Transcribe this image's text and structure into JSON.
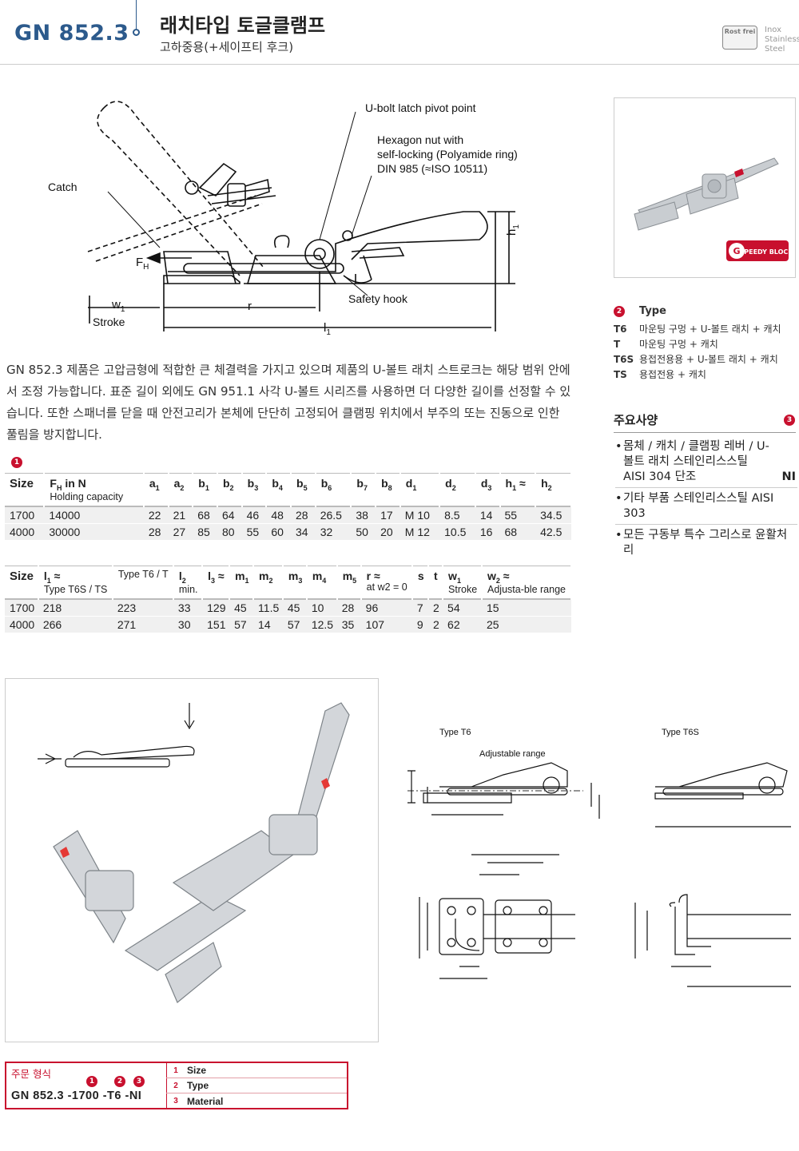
{
  "header": {
    "code": "GN 852.3",
    "title": "래치타입 토글클램프",
    "subtitle": "고하중용(+세이프티 후크)",
    "badge_text": "Rost frei",
    "inox_lines": [
      "Inox",
      "Stainless",
      "Steel"
    ]
  },
  "diagram": {
    "labels": {
      "pivot": "U-bolt latch pivot point",
      "nut1": "Hexagon nut with",
      "nut2": "self-locking (Polyamide ring)",
      "nut3": "DIN 985 (≈ISO 10511)",
      "catch": "Catch",
      "safety": "Safety hook",
      "stroke": "Stroke",
      "fh": "F",
      "fh_sub": "H",
      "w1": "w",
      "w1_sub": "1",
      "r": "r",
      "l1": "l",
      "l1_sub": "1",
      "h1": "h",
      "h1_sub": "1"
    }
  },
  "product_photo": {
    "brand": "SPEEDY BLOCK"
  },
  "description": "GN 852.3 제품은 고압금형에 적합한 큰 체결력을 가지고 있으며 제품의 U-볼트 래치 스트로크는 해당 범위 안에서 조정 가능합니다. 표준 길이 외에도 GN 951.1 사각 U-볼트 시리즈를 사용하면 더 다양한 길이를 선정할 수 있습니다. 또한 스패너를 닫을 때 안전고리가 본체에 단단히 고정되어 클램핑 위치에서 부주의 또는 진동으로 인한 풀림을 방지합니다.",
  "markers": {
    "one": "1",
    "two": "2",
    "three": "3"
  },
  "table1": {
    "headers": [
      "Size",
      "F",
      "a",
      "a",
      "b",
      "b",
      "b",
      "b",
      "b",
      "b",
      "b",
      "b",
      "d",
      "d",
      "d",
      "h",
      "h"
    ],
    "header_subs": [
      "",
      "H",
      "1",
      "2",
      "1",
      "2",
      "3",
      "4",
      "5",
      "6",
      "7",
      "8",
      "1",
      "2",
      "3",
      "1",
      "2"
    ],
    "header_suffix": [
      "",
      " in N",
      "",
      "",
      "",
      "",
      "",
      "",
      "",
      "",
      "",
      "",
      "",
      "",
      "",
      " ≈",
      ""
    ],
    "header_notes": [
      "",
      "Holding capacity",
      "",
      "",
      "",
      "",
      "",
      "",
      "",
      "",
      "",
      "",
      "",
      "",
      "",
      "",
      ""
    ],
    "rows": [
      [
        "1700",
        "14000",
        "22",
        "21",
        "68",
        "64",
        "46",
        "48",
        "28",
        "26.5",
        "38",
        "17",
        "M 10",
        "8.5",
        "14",
        "55",
        "34.5"
      ],
      [
        "4000",
        "30000",
        "28",
        "27",
        "85",
        "80",
        "55",
        "60",
        "34",
        "32",
        "50",
        "20",
        "M 12",
        "10.5",
        "16",
        "68",
        "42.5"
      ]
    ]
  },
  "table2": {
    "headers": [
      "Size",
      "l",
      "",
      "l",
      "l",
      "m",
      "m",
      "m",
      "m",
      "m",
      "r",
      "s",
      "t",
      "w",
      "w"
    ],
    "header_subs": [
      "",
      "1",
      "",
      "2",
      "3",
      "1",
      "2",
      "3",
      "4",
      "5",
      "",
      "",
      "",
      "1",
      "2"
    ],
    "header_suffix": [
      "",
      " ≈",
      "",
      "",
      " ≈",
      "",
      "",
      "",
      "",
      "",
      " ≈",
      "",
      "",
      "",
      " ≈"
    ],
    "header_notes": [
      "",
      "Type T6S / TS",
      "Type T6 / T",
      "min.",
      "",
      "",
      "",
      "",
      "",
      "",
      "at w2 = 0",
      "",
      "",
      "Stroke",
      "Adjusta-ble range"
    ],
    "rows": [
      [
        "1700",
        "218",
        "223",
        "33",
        "129",
        "45",
        "11.5",
        "45",
        "10",
        "28",
        "96",
        "7",
        "2",
        "54",
        "15"
      ],
      [
        "4000",
        "266",
        "271",
        "30",
        "151",
        "57",
        "14",
        "57",
        "12.5",
        "35",
        "107",
        "9",
        "2",
        "62",
        "25"
      ]
    ]
  },
  "types": {
    "title": "Type",
    "items": [
      {
        "k": "T6",
        "v": "마운팅 구멍 + U-볼트 래치 + 캐치"
      },
      {
        "k": "T",
        "v": "마운팅 구멍 + 캐치"
      },
      {
        "k": "T6S",
        "v": "용접전용용 + U-볼트 래치 + 캐치"
      },
      {
        "k": "TS",
        "v": "용접전용 + 캐치"
      }
    ]
  },
  "specs": {
    "title": "주요사양",
    "items": [
      "몸체 / 캐치 / 클램핑 레버 / U-볼트 래치 스테인리스스틸 AISI 304 단조",
      "기타 부품 스테인리스스틸 AISI 303",
      "모든 구동부 특수 그리스로 윤활처리"
    ],
    "ni": "NI"
  },
  "drawings": {
    "t6": "Type T6",
    "t6s": "Type T6S",
    "adj": "Adjustable range"
  },
  "order": {
    "title": "주문 형식",
    "code": "GN  852.3  -1700 -T6 -NI",
    "rows": [
      {
        "n": "1",
        "v": "Size"
      },
      {
        "n": "2",
        "v": "Type"
      },
      {
        "n": "3",
        "v": "Material"
      }
    ]
  }
}
